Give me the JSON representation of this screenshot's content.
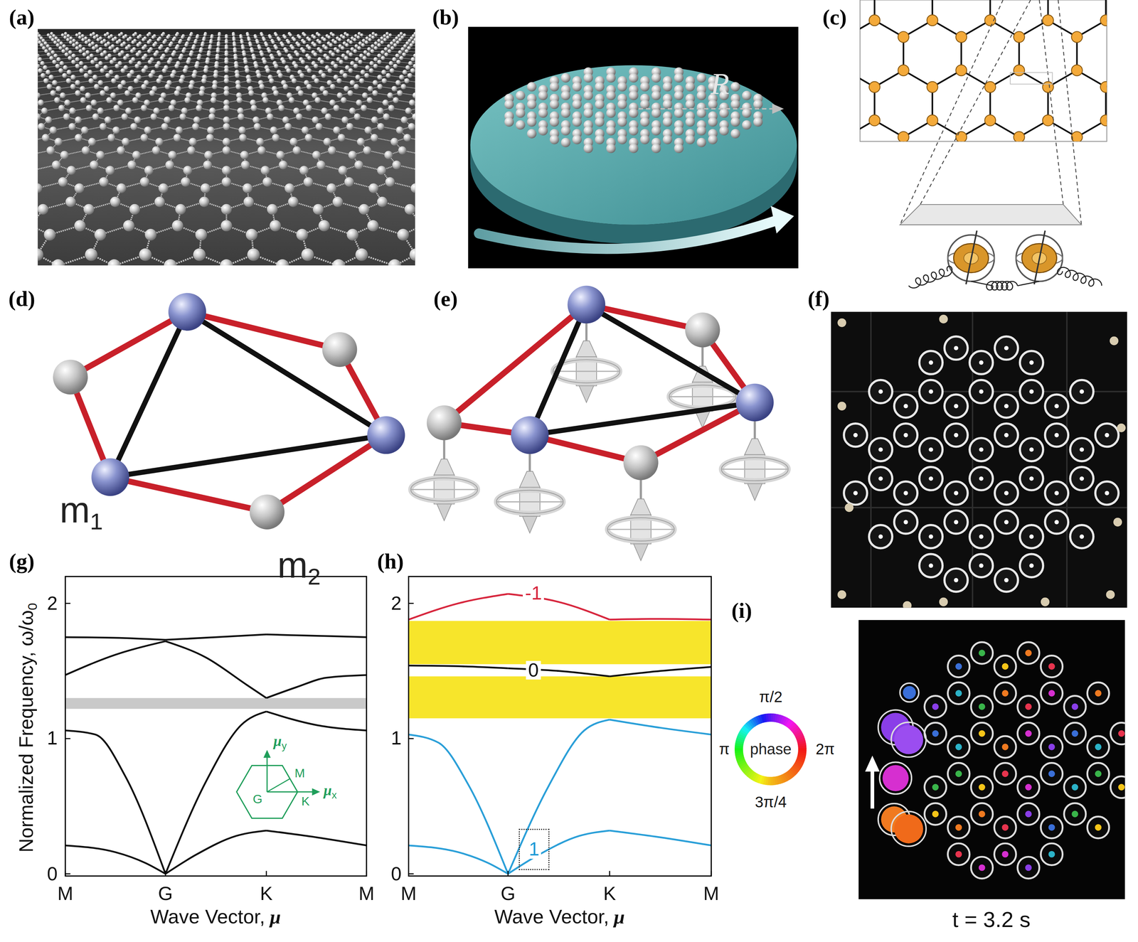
{
  "diagram": {
    "nodes": [
      {
        "text": [
          "1"
        ]
      },
      {
        "text": [
          "phase"
        ]
      }
    ],
    "labels": [
      "(a)",
      "(b)",
      "(c)",
      "R",
      "(d)",
      "(e)",
      "(f)",
      "m",
      "1",
      "m",
      "2",
      "(g)",
      "(h)",
      "(i)",
      "Normalized Frequency, ω/ω",
      "0",
      "2",
      "1",
      "0",
      "M",
      "G",
      "K",
      "M",
      "Wave Vector,",
      "μ",
      "μ",
      "y",
      "M",
      "G",
      "K",
      "μ",
      "x",
      "2",
      "1",
      "0",
      "M",
      "G",
      "K",
      "M",
      "Wave Vector,",
      "μ",
      "-1",
      "0",
      "π/2",
      "π",
      "2π",
      "3π/4",
      "t = 3.2 s"
    ]
  }
}
